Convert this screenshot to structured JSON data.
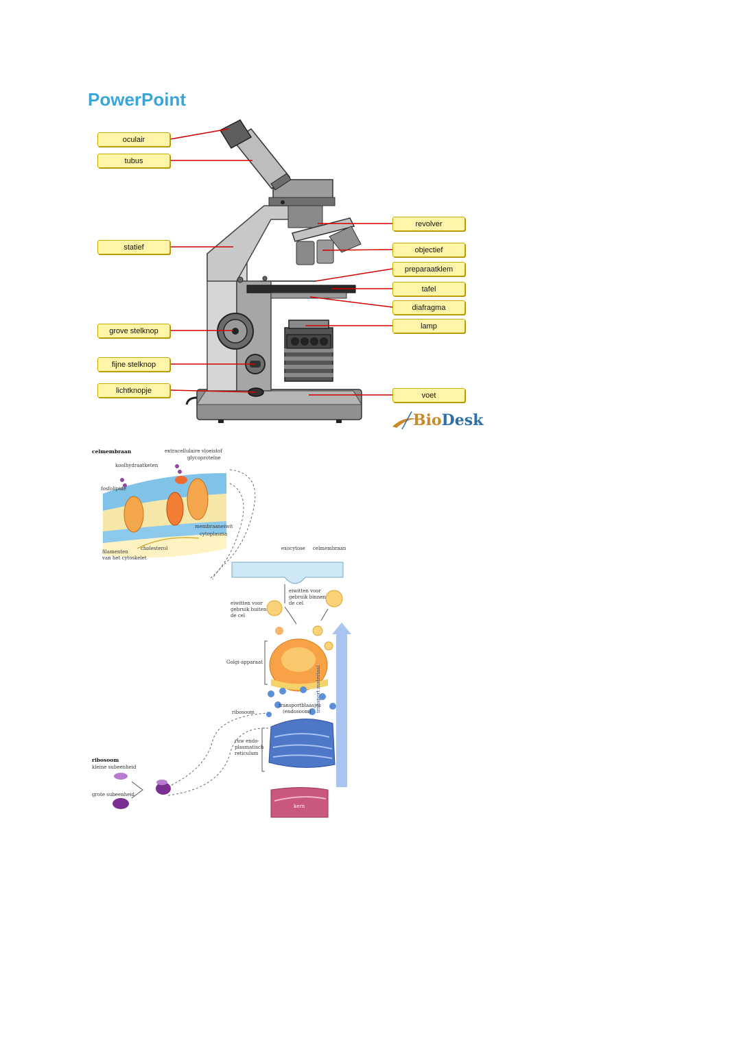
{
  "page": {
    "title": "PowerPoint"
  },
  "microscope": {
    "labels": {
      "oculair": "oculair",
      "tubus": "tubus",
      "statief": "statief",
      "grove_stelknop": "grove stelknop",
      "fijne_stelknop": "fijne stelknop",
      "lichtknopje": "lichtknopje",
      "revolver": "revolver",
      "objectief": "objectief",
      "preparaatklem": "preparaatklem",
      "tafel": "tafel",
      "diafragma": "diafragma",
      "lamp": "lamp",
      "voet": "voet"
    },
    "logo": {
      "part1": "Bio",
      "part2": "Desk"
    }
  },
  "cell": {
    "membrane": {
      "title": "celmembraan",
      "extracellular": "extracellulaire vloeistof",
      "glycoprotein": "glycoproteïne",
      "carbohydrate": "koolhydraatketen",
      "phospholipid": "fosfolipide",
      "membrane_protein": "membraaneiwit",
      "cytoplasm": "cytoplasma",
      "cholesterol": "cholesterol",
      "filaments_1": "filamenten",
      "filaments_2": "van het cytoskelet"
    },
    "secretion": {
      "exocytosis": "exocytose",
      "cell_membrane": "celmembraan",
      "inside_1": "eiwitten voor",
      "inside_2": "gebruik binnen",
      "inside_3": "de cel",
      "outside_1": "eiwitten voor",
      "outside_2": "gebruik buiten",
      "outside_3": "de cel",
      "golgi": "Golgi-apparaat",
      "ribosome": "ribosoom",
      "transport_1": "transportblaasjes",
      "transport_2": "(endosoom)",
      "er_1": "ruw endo-",
      "er_2": "plasmatisch",
      "er_3": "reticulum",
      "arrow": "transport materiaal",
      "nucleus": "kern"
    },
    "ribosome": {
      "title": "ribosoom",
      "small": "kleine subeenheid",
      "large": "grote subeenheid"
    }
  }
}
